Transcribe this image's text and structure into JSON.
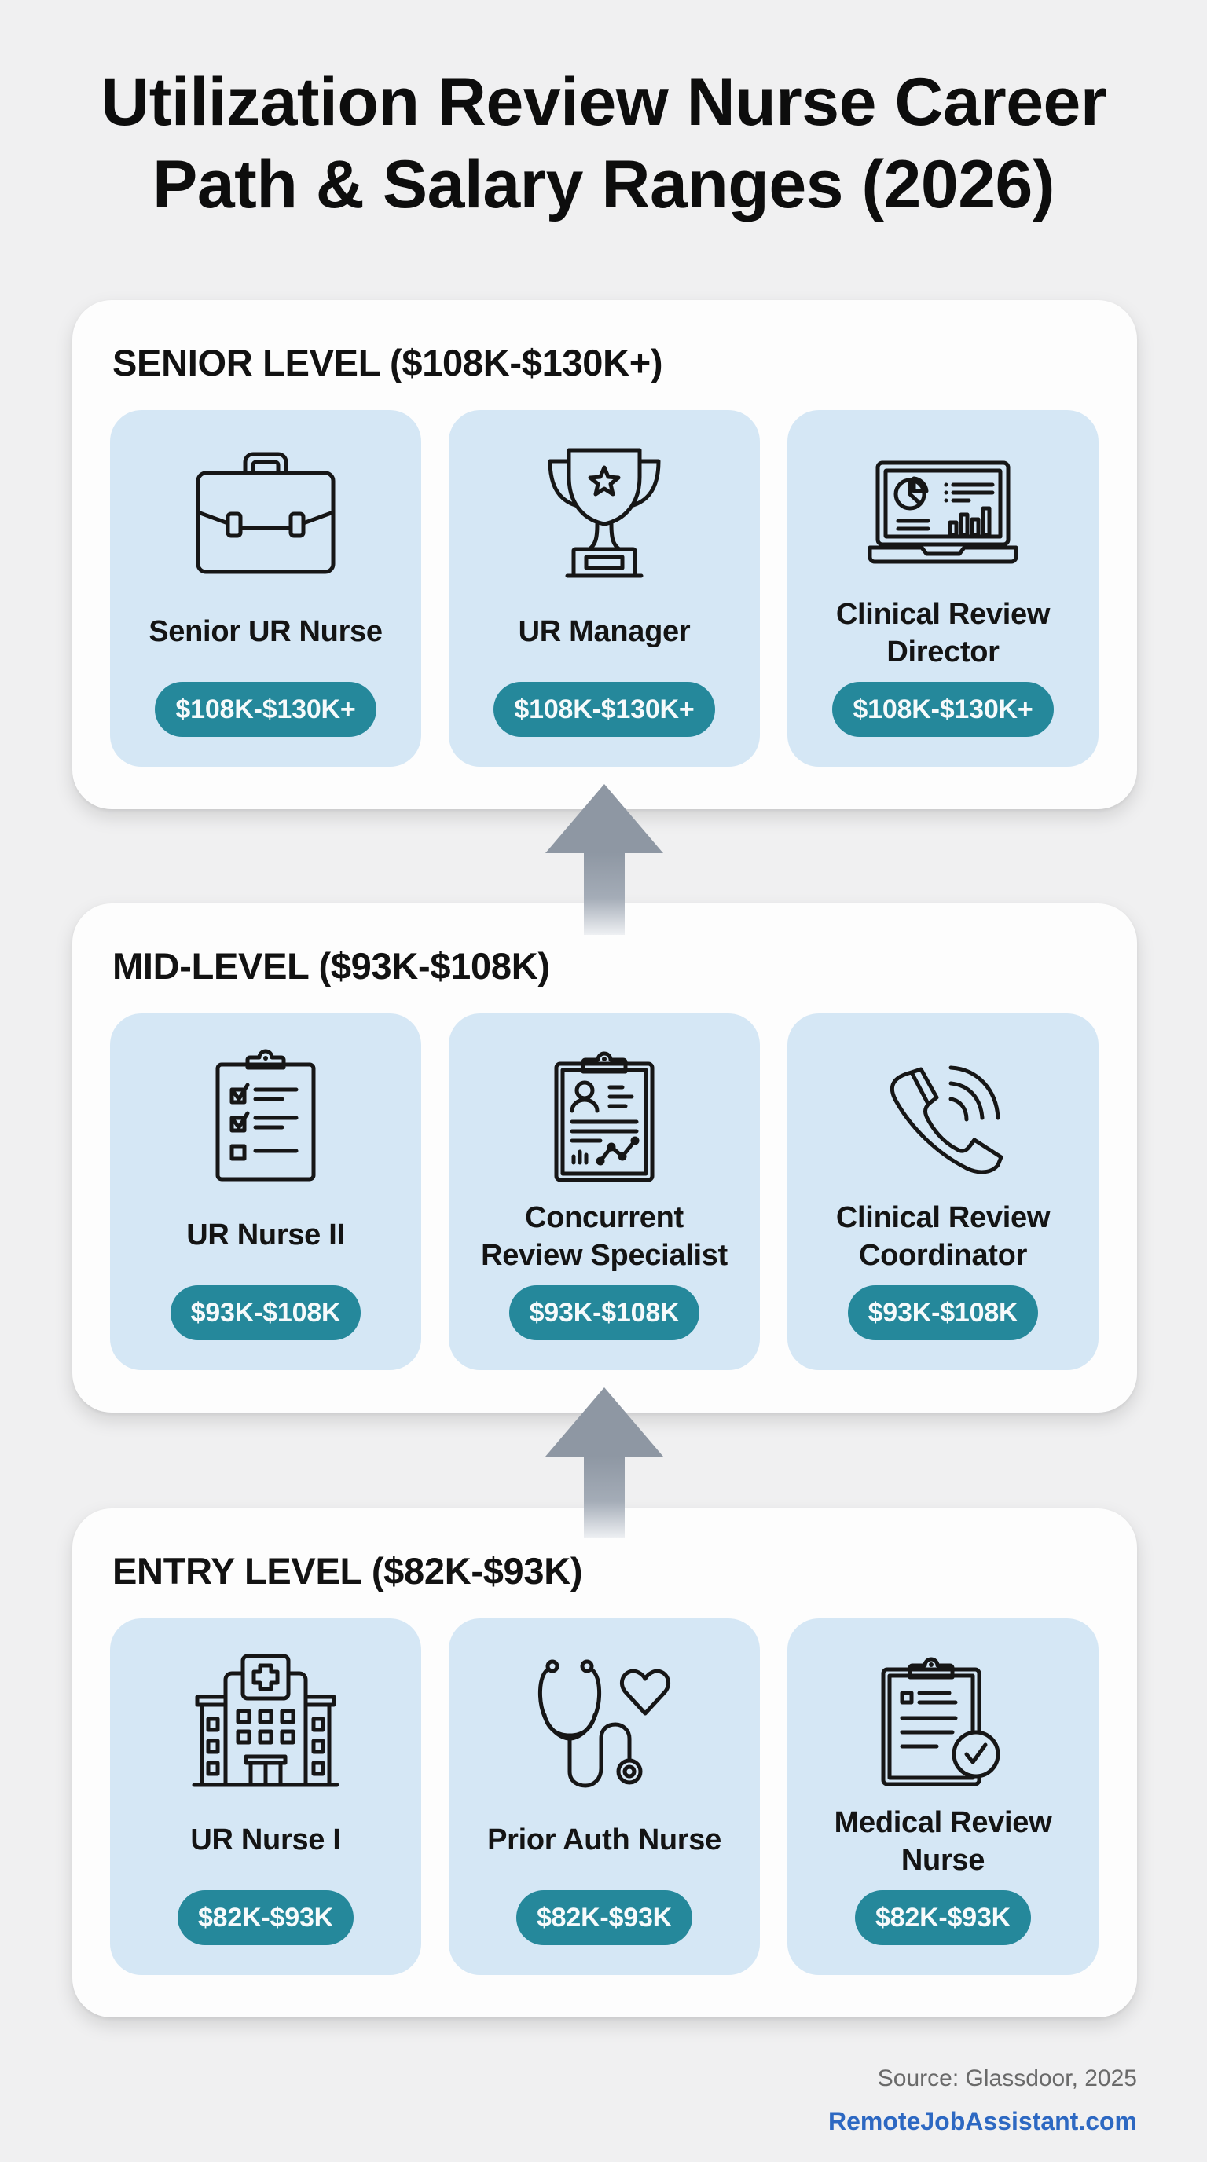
{
  "title": {
    "line1": "Utilization Review Nurse Career",
    "line2": "Path & Salary Ranges (2026)"
  },
  "colors": {
    "pill": "#25889b",
    "tile": "#d5e7f5",
    "card": "#fdfdfd",
    "arrow": "#8e97a3",
    "link": "#2d68c2"
  },
  "levels": [
    {
      "heading": "SENIOR LEVEL ($108K-$130K+)",
      "roles": [
        {
          "label_lines": [
            "Senior UR Nurse"
          ],
          "salary": "$108K-$130K+",
          "icon": "briefcase-icon"
        },
        {
          "label_lines": [
            "UR Manager"
          ],
          "salary": "$108K-$130K+",
          "icon": "trophy-icon"
        },
        {
          "label_lines": [
            "Clinical Review",
            "Director"
          ],
          "salary": "$108K-$130K+",
          "icon": "laptop-dashboard-icon"
        }
      ]
    },
    {
      "heading": "MID-LEVEL ($93K-$108K)",
      "roles": [
        {
          "label_lines": [
            "UR Nurse II"
          ],
          "salary": "$93K-$108K",
          "icon": "checklist-clipboard-icon"
        },
        {
          "label_lines": [
            "Concurrent",
            "Review Specialist"
          ],
          "salary": "$93K-$108K",
          "icon": "patient-chart-clipboard-icon"
        },
        {
          "label_lines": [
            "Clinical Review",
            "Coordinator"
          ],
          "salary": "$93K-$108K",
          "icon": "phone-icon"
        }
      ]
    },
    {
      "heading": "ENTRY LEVEL ($82K-$93K)",
      "roles": [
        {
          "label_lines": [
            "UR Nurse I"
          ],
          "salary": "$82K-$93K",
          "icon": "hospital-icon"
        },
        {
          "label_lines": [
            "Prior Auth Nurse"
          ],
          "salary": "$82K-$93K",
          "icon": "stethoscope-heart-icon"
        },
        {
          "label_lines": [
            "Medical Review",
            "Nurse"
          ],
          "salary": "$82K-$93K",
          "icon": "approved-clipboard-icon"
        }
      ]
    }
  ],
  "arrows": [
    "arrow-up-icon",
    "arrow-up-icon"
  ],
  "footer": {
    "source": "Source: Glassdoor, 2025",
    "site": "RemoteJobAssistant.com"
  }
}
